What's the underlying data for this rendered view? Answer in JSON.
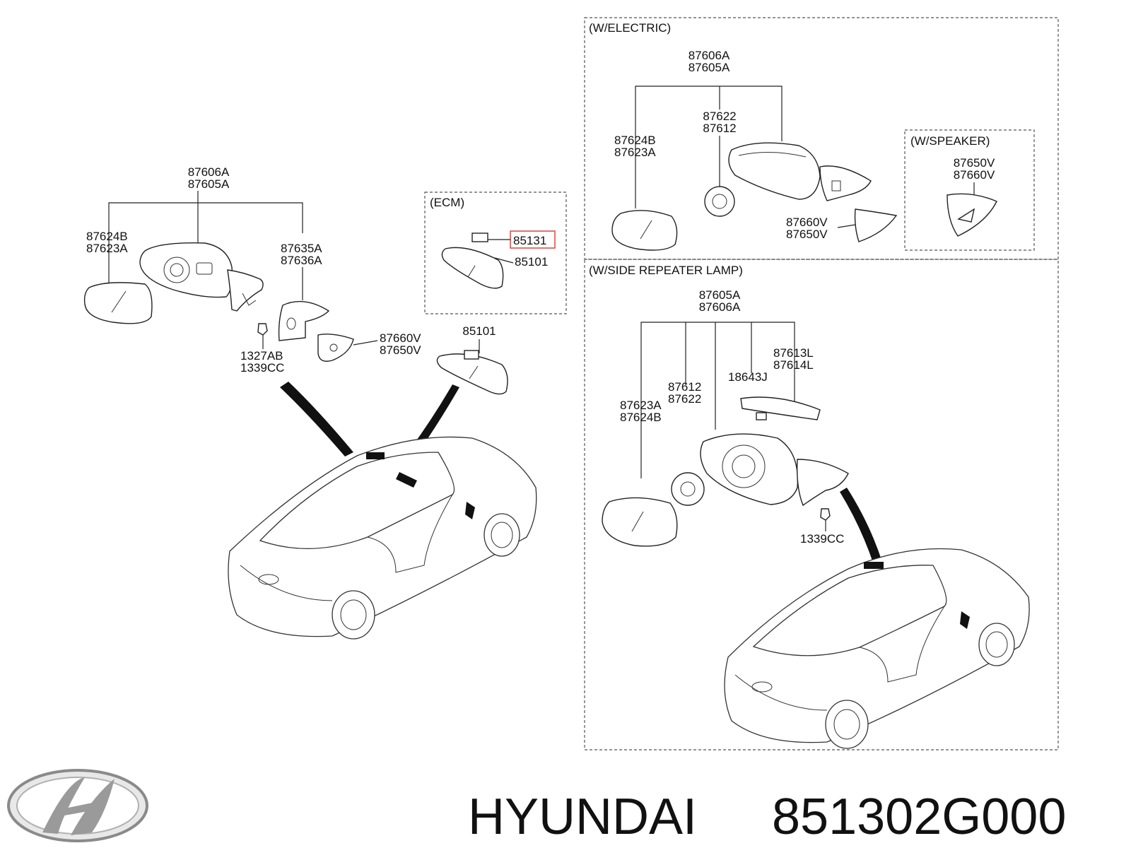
{
  "brand": {
    "name": "HYUNDAI",
    "part_number": "851302G000",
    "logo_icon": "hyundai-logo-icon"
  },
  "highlight_color": "#d9534f",
  "main_labels": {
    "housing": [
      "87606A",
      "87605A"
    ],
    "left_glass": [
      "87624B",
      "87623A"
    ],
    "cover": [
      "87635A",
      "87636A"
    ],
    "corner_cover": [
      "87660V",
      "87650V"
    ],
    "nut": [
      "1327AB",
      "1339CC"
    ],
    "room_mirror": "85101"
  },
  "boxes": {
    "ecm": {
      "title": "(ECM)",
      "highlighted_part": "85131",
      "mirror_part": "85101"
    },
    "electric": {
      "title": "(W/ELECTRIC)",
      "housing": [
        "87606A",
        "87605A"
      ],
      "actuator": [
        "87622",
        "87612"
      ],
      "glass": [
        "87624B",
        "87623A"
      ],
      "corner_cover": [
        "87660V",
        "87650V"
      ]
    },
    "speaker": {
      "title": "(W/SPEAKER)",
      "cover": [
        "87650V",
        "87660V"
      ]
    },
    "repeater": {
      "title": "(W/SIDE REPEATER LAMP)",
      "housing": [
        "87605A",
        "87606A"
      ],
      "lamp": [
        "87613L",
        "87614L"
      ],
      "bulb": "18643J",
      "actuator": [
        "87612",
        "87622"
      ],
      "glass": [
        "87623A",
        "87624B"
      ],
      "nut": "1339CC"
    }
  }
}
